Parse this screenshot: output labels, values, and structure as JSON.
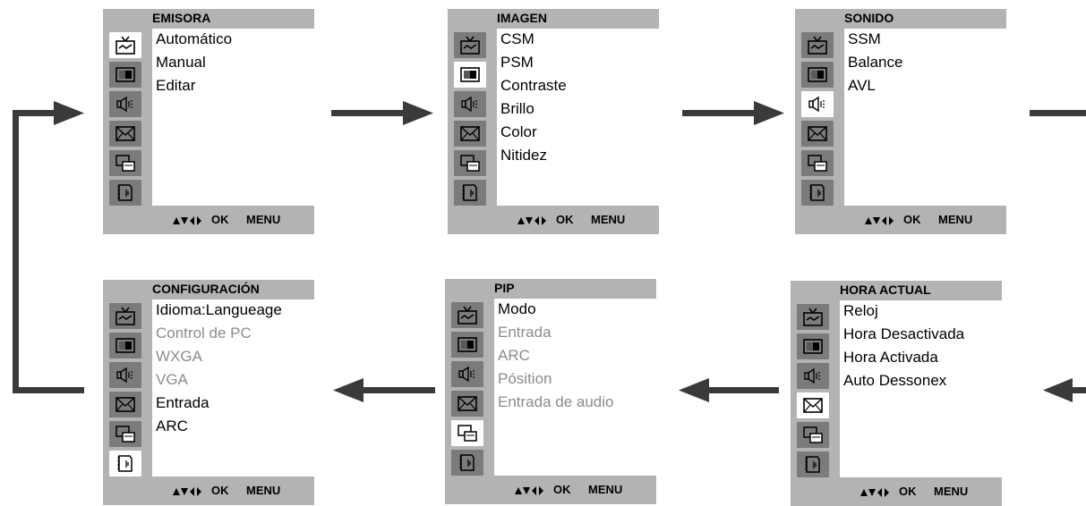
{
  "panels": [
    {
      "title": "EMISORA",
      "selected": 0,
      "items": [
        {
          "label": "Automático",
          "enabled": true
        },
        {
          "label": "Manual",
          "enabled": true
        },
        {
          "label": "Editar",
          "enabled": true
        }
      ]
    },
    {
      "title": "IMAGEN",
      "selected": 1,
      "items": [
        {
          "label": "CSM",
          "enabled": true
        },
        {
          "label": "PSM",
          "enabled": true
        },
        {
          "label": "Contraste",
          "enabled": true
        },
        {
          "label": "Brillo",
          "enabled": true
        },
        {
          "label": "Color",
          "enabled": true
        },
        {
          "label": "Nitidez",
          "enabled": true
        }
      ]
    },
    {
      "title": "SONIDO",
      "selected": 2,
      "items": [
        {
          "label": "SSM",
          "enabled": true
        },
        {
          "label": "Balance",
          "enabled": true
        },
        {
          "label": "AVL",
          "enabled": true
        }
      ]
    },
    {
      "title": "HORA ACTUAL",
      "selected": 3,
      "items": [
        {
          "label": "Reloj",
          "enabled": true
        },
        {
          "label": "Hora Desactivada",
          "enabled": true
        },
        {
          "label": "Hora Activada",
          "enabled": true
        },
        {
          "label": "Auto Dessonex",
          "enabled": true
        }
      ]
    },
    {
      "title": "PIP",
      "selected": 4,
      "items": [
        {
          "label": "Modo",
          "enabled": true
        },
        {
          "label": "Entrada",
          "enabled": false
        },
        {
          "label": "ARC",
          "enabled": false
        },
        {
          "label": "Pósition",
          "enabled": false
        },
        {
          "label": "Entrada de audio",
          "enabled": false
        }
      ]
    },
    {
      "title": "CONFIGURACIÓN",
      "selected": 5,
      "items": [
        {
          "label": "Idioma:Langueage",
          "enabled": true
        },
        {
          "label": "Control de PC",
          "enabled": false
        },
        {
          "label": "WXGA",
          "enabled": false
        },
        {
          "label": "VGA",
          "enabled": false
        },
        {
          "label": "Entrada",
          "enabled": true
        },
        {
          "label": "ARC",
          "enabled": true
        }
      ]
    }
  ],
  "icons": [
    "tv-antenna-icon",
    "picture-icon",
    "speaker-icon",
    "clock-envelope-icon",
    "pip-windows-icon",
    "setup-notepad-icon"
  ],
  "footer": {
    "nav_icon": "arrow-keys-icon",
    "ok_label": "OK",
    "menu_label": "MENU"
  },
  "colors": {
    "panel_bg": "#b3b3b3",
    "icon_bg": "#7b7b7b",
    "selected_icon_bg": "#ffffff",
    "disabled_text": "#8c8c8c",
    "arrow": "#3a3a3a"
  }
}
